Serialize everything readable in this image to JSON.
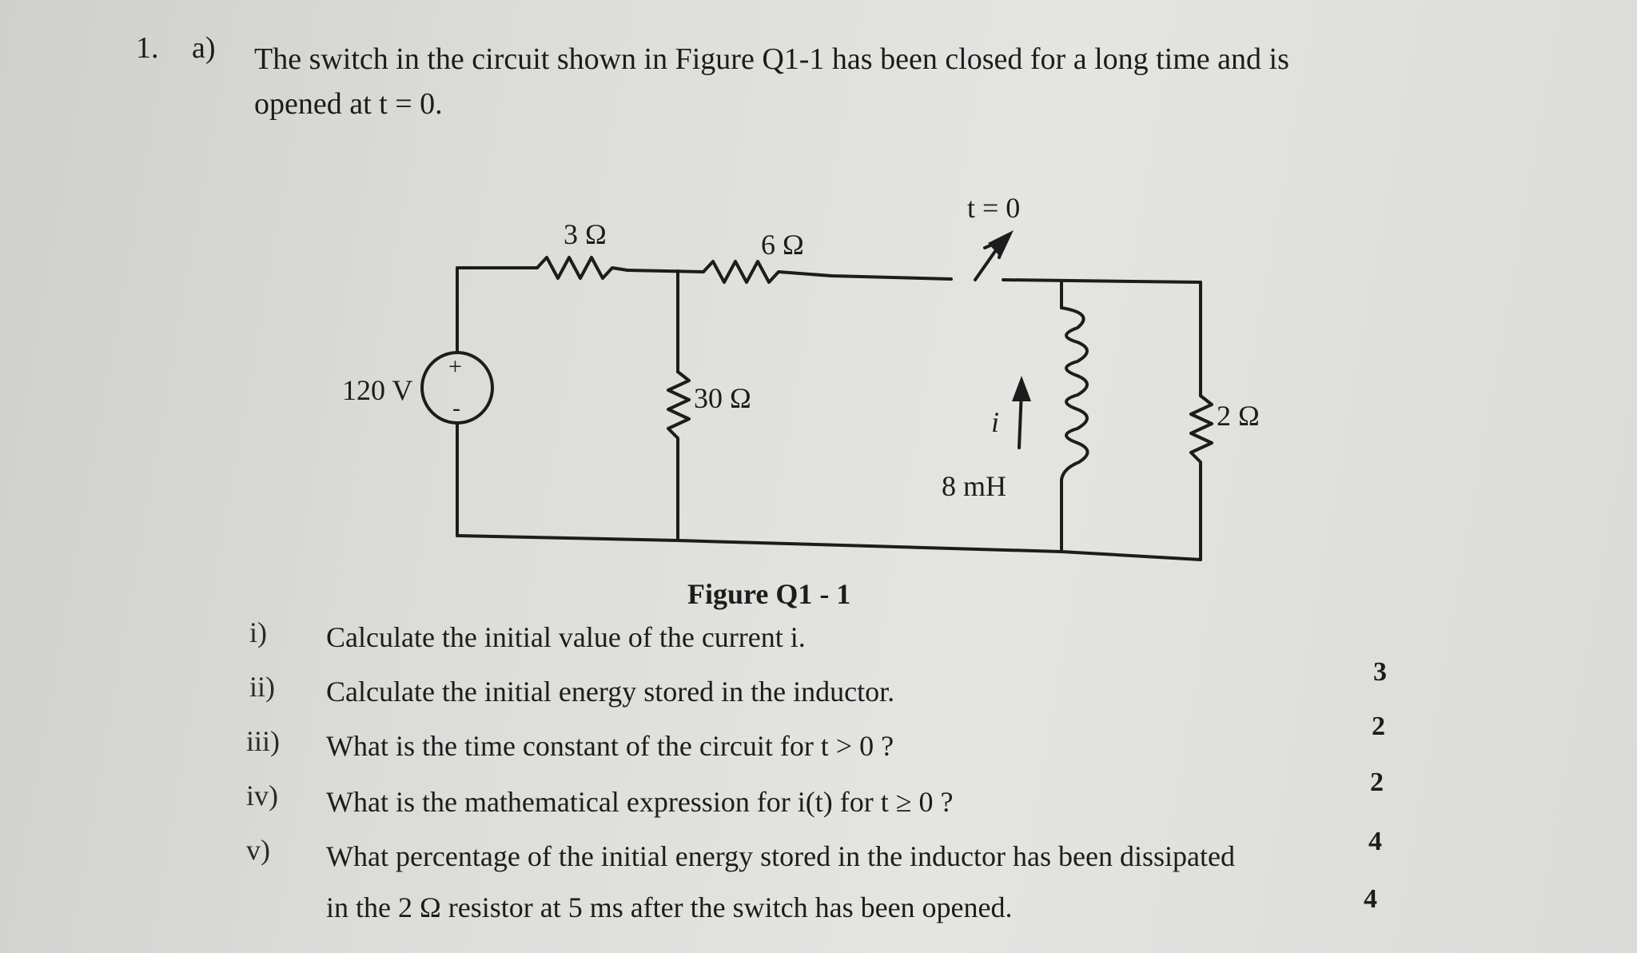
{
  "question": {
    "number": "1.",
    "part": "a)",
    "intro_line1": "The switch in the circuit shown in Figure Q1-1 has been closed for a long time and is",
    "intro_line2": "opened at t = 0."
  },
  "figure": {
    "caption": "Figure Q1 - 1",
    "labels": {
      "source": "120 V",
      "source_plus": "+",
      "source_minus": "-",
      "r1": "3 Ω",
      "r2": "6 Ω",
      "r3": "30 Ω",
      "r4": "2 Ω",
      "inductor": "8 mH",
      "current": "i",
      "switch": "t = 0"
    }
  },
  "subquestions": [
    {
      "numeral": "i)",
      "text": "Calculate the initial value of the current i.",
      "marks": "3"
    },
    {
      "numeral": "ii)",
      "text": "Calculate the initial energy stored in the inductor.",
      "marks": "2"
    },
    {
      "numeral": "iii)",
      "text": "What is the time constant of the circuit for t > 0 ?",
      "marks": "2"
    },
    {
      "numeral": "iv)",
      "text": "What is the mathematical expression for i(t) for t ≥ 0 ?",
      "marks": "4"
    },
    {
      "numeral": "v)",
      "text": "What percentage of the initial energy stored in the inductor has been dissipated",
      "text2": "in the 2 Ω resistor at 5 ms after the switch has been opened.",
      "marks": "4"
    }
  ]
}
